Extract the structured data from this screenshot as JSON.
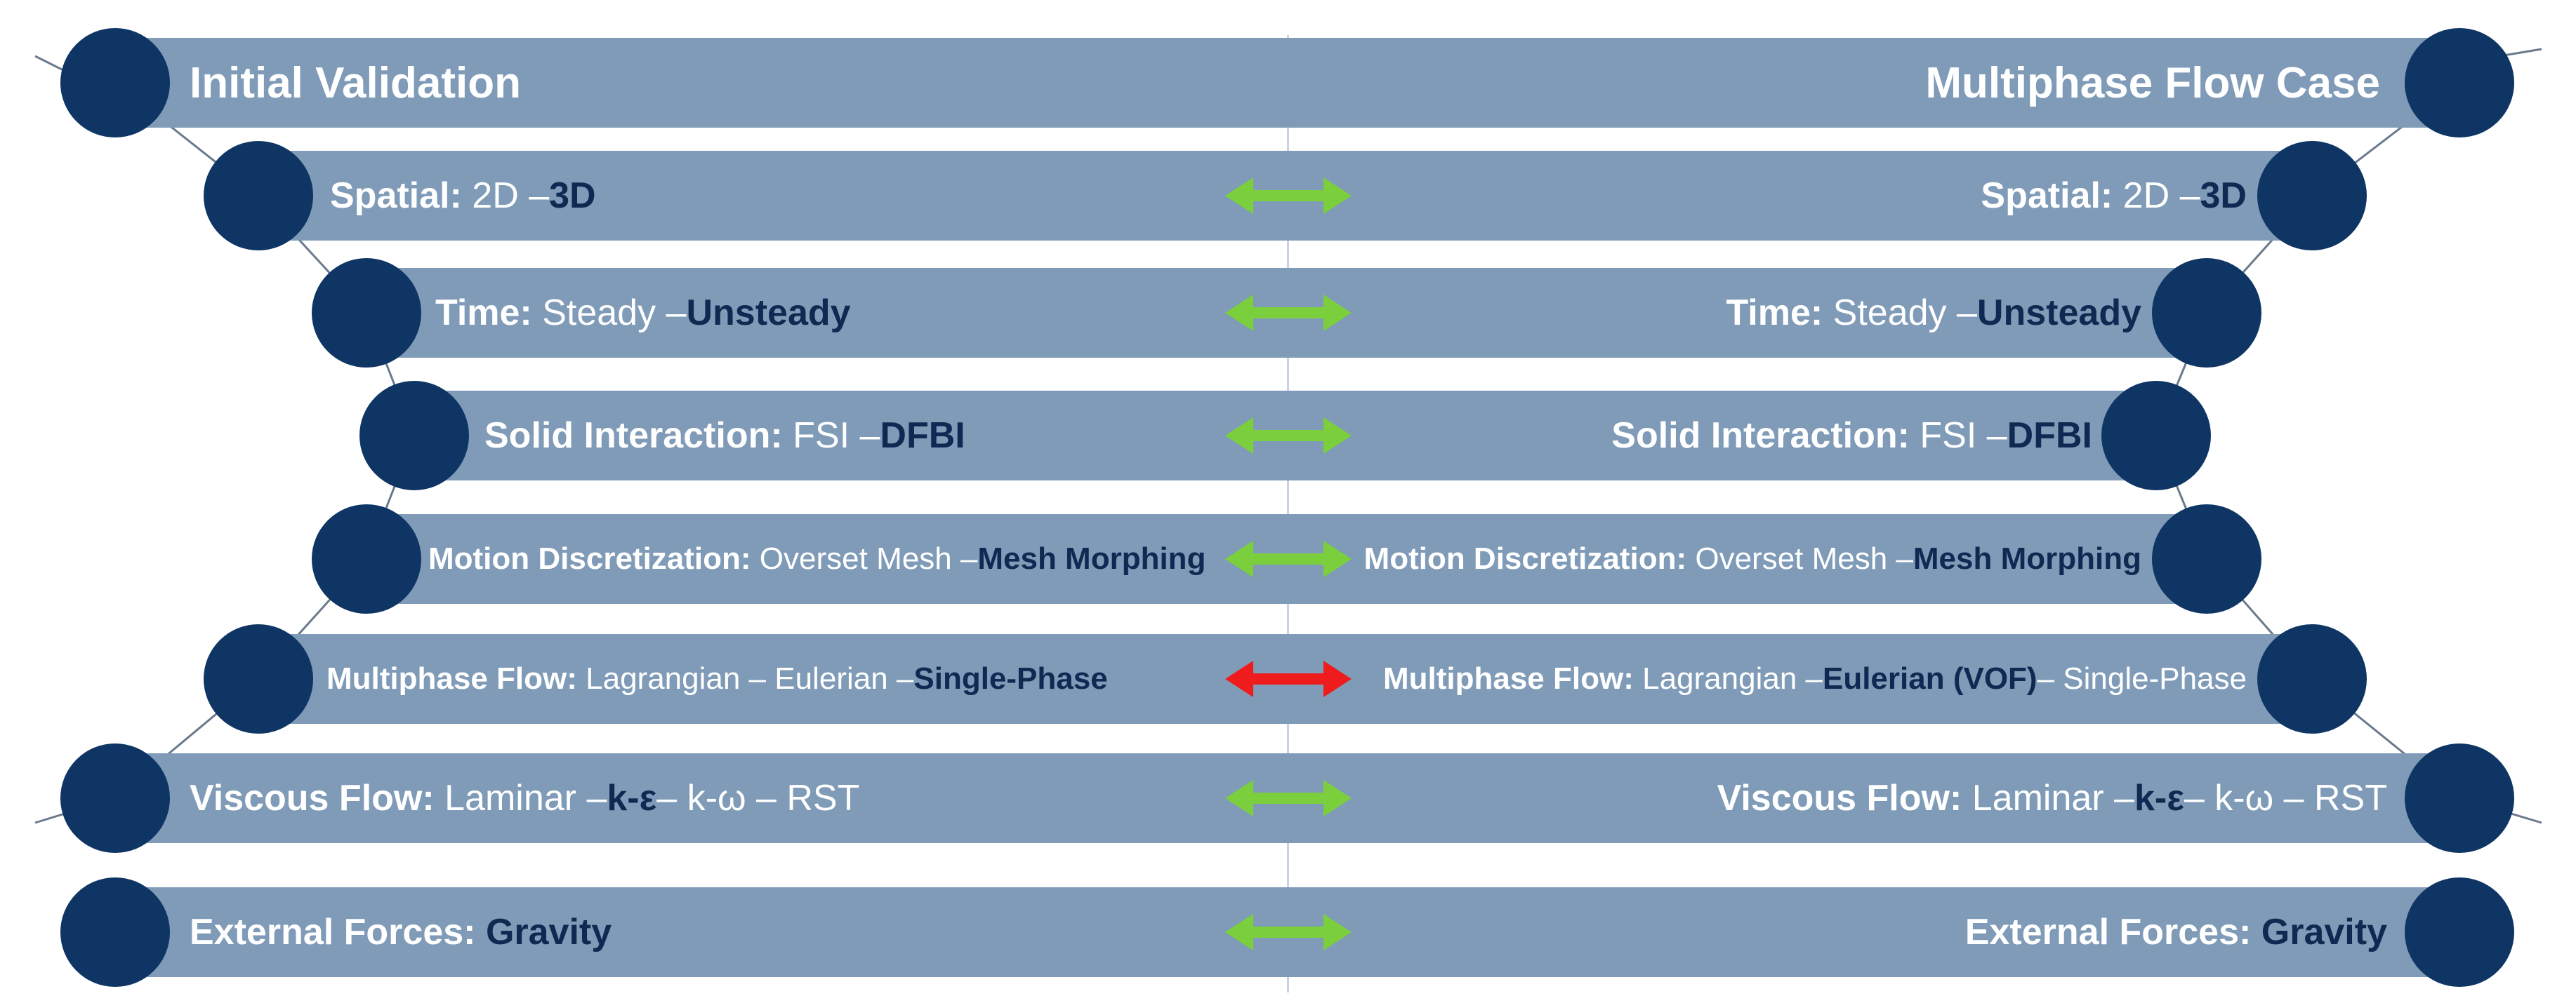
{
  "colors": {
    "bar": "#7f9bb8",
    "circle": "#0f3564",
    "label": "#ffffff",
    "selected": "#0f2a52",
    "match_arrow": "#7ccf3c",
    "mismatch_arrow": "#ee1c1c"
  },
  "left_header": "Initial Validation",
  "right_header": "Multiphase Flow Case",
  "rows": [
    {
      "left": {
        "key": "Spatial:",
        "parts": [
          {
            "t": "2D – ",
            "s": false
          },
          {
            "t": "3D",
            "s": true
          }
        ]
      },
      "right": {
        "key": "Spatial:",
        "parts": [
          {
            "t": "2D – ",
            "s": false
          },
          {
            "t": "3D",
            "s": true
          }
        ]
      },
      "arrow": "match"
    },
    {
      "left": {
        "key": "Time:",
        "parts": [
          {
            "t": "Steady – ",
            "s": false
          },
          {
            "t": "Unsteady",
            "s": true
          }
        ]
      },
      "right": {
        "key": "Time:",
        "parts": [
          {
            "t": "Steady – ",
            "s": false
          },
          {
            "t": "Unsteady",
            "s": true
          }
        ]
      },
      "arrow": "match"
    },
    {
      "left": {
        "key": "Solid Interaction:",
        "parts": [
          {
            "t": "FSI – ",
            "s": false
          },
          {
            "t": "DFBI",
            "s": true
          }
        ]
      },
      "right": {
        "key": "Solid Interaction:",
        "parts": [
          {
            "t": "FSI – ",
            "s": false
          },
          {
            "t": "DFBI",
            "s": true
          }
        ]
      },
      "arrow": "match"
    },
    {
      "left": {
        "key": "Motion Discretization:",
        "parts": [
          {
            "t": "Overset Mesh – ",
            "s": false
          },
          {
            "t": "Mesh Morphing",
            "s": true
          }
        ]
      },
      "right": {
        "key": "Motion Discretization:",
        "parts": [
          {
            "t": "Overset Mesh – ",
            "s": false
          },
          {
            "t": "Mesh Morphing",
            "s": true
          }
        ]
      },
      "arrow": "match"
    },
    {
      "left": {
        "key": "Multiphase Flow:",
        "parts": [
          {
            "t": "Lagrangian – Eulerian – ",
            "s": false
          },
          {
            "t": "Single-Phase",
            "s": true
          }
        ]
      },
      "right": {
        "key": "Multiphase Flow:",
        "parts": [
          {
            "t": "Lagrangian – ",
            "s": false
          },
          {
            "t": "Eulerian (VOF)",
            "s": true
          },
          {
            "t": " – Single-Phase",
            "s": false
          }
        ]
      },
      "arrow": "mismatch"
    },
    {
      "left": {
        "key": "Viscous Flow:",
        "parts": [
          {
            "t": "Laminar – ",
            "s": false
          },
          {
            "t": "k-ε",
            "s": true
          },
          {
            "t": " – k-ω – RST",
            "s": false
          }
        ]
      },
      "right": {
        "key": "Viscous Flow:",
        "parts": [
          {
            "t": "Laminar – ",
            "s": false
          },
          {
            "t": "k-ε",
            "s": true
          },
          {
            "t": " – k-ω – RST",
            "s": false
          }
        ]
      },
      "arrow": "match"
    },
    {
      "left": {
        "key": "External Forces:",
        "parts": [
          {
            "t": "Gravity",
            "s": true
          }
        ]
      },
      "right": {
        "key": "External Forces:",
        "parts": [
          {
            "t": "Gravity",
            "s": true
          }
        ]
      },
      "arrow": "match"
    }
  ]
}
